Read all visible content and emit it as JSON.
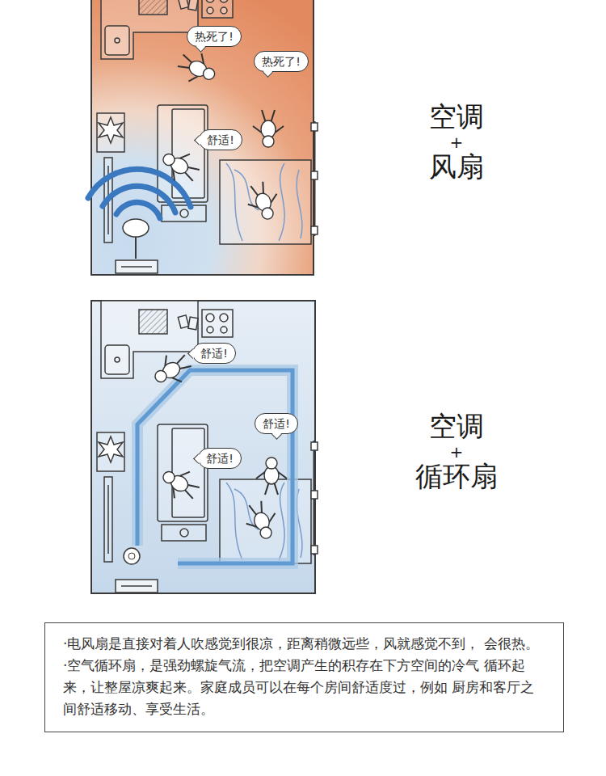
{
  "diagram": {
    "nodes": [
      {
        "text": [
          "热死了!"
        ]
      },
      {
        "text": [
          "热死了!"
        ]
      },
      {
        "text": [
          "舒适!"
        ]
      },
      {
        "text": [
          "舒适!"
        ]
      },
      {
        "text": [
          "舒适!"
        ]
      },
      {
        "text": [
          "舒适!"
        ]
      },
      {
        "text": [
          "·电风扇是直接对着人吹感觉到很凉，距离稍微远些，风就感觉不到， 会很热。",
          "·空气循环扇，是强劲螺旋气流，把空调产生的积存在下方空间的冷气 循环起来，让整屋凉爽起来。家庭成员可以在每个房间舒适度过，例如 厨房和客厅之间舒适移动、享受生活。"
        ]
      }
    ],
    "labels": [
      "空调",
      "+",
      "风扇",
      "空调",
      "+",
      "循环扇"
    ]
  }
}
